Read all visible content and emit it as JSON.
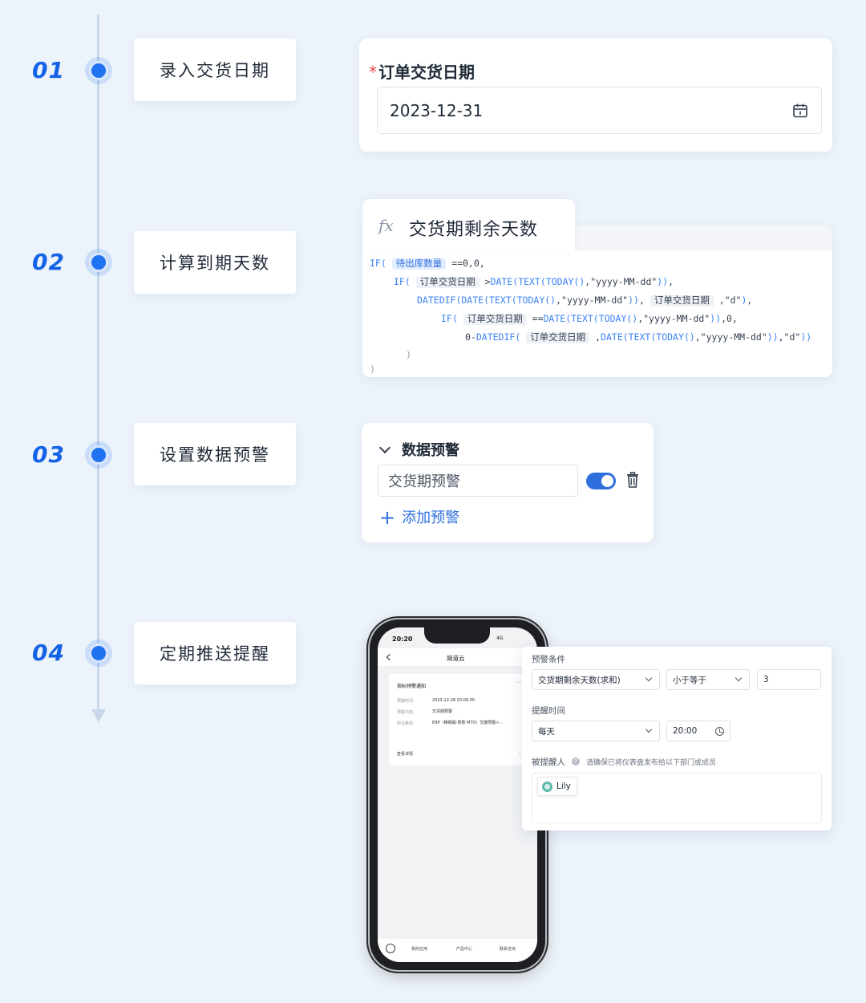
{
  "steps": [
    {
      "num": "01",
      "label": "录入交货日期"
    },
    {
      "num": "02",
      "label": "计算到期天数"
    },
    {
      "num": "03",
      "label": "设置数据预警"
    },
    {
      "num": "04",
      "label": "定期推送提醒"
    }
  ],
  "date_panel": {
    "required_mark": "*",
    "label": "订单交货日期",
    "value": "2023-12-31",
    "icon": "calendar-icon"
  },
  "formula_panel": {
    "icon": "function-icon",
    "fx_glyph": "fx",
    "title": "交货期剩余天数",
    "lines": [
      "IF( 待出库数量 ==0,0,",
      "IF( 订单交货日期 >DATE(TEXT(TODAY(),\"yyyy-MM-dd\")),",
      "DATEDIF(DATE(TEXT(TODAY(),\"yyyy-MM-dd\")), 订单交货日期 ,\"d\"),",
      "IF( 订单交货日期 ==DATE(TEXT(TODAY(),\"yyyy-MM-dd\")),0,",
      "0-DATEDIF( 订单交货日期 ,DATE(TEXT(TODAY(),\"yyyy-MM-dd\")),\"d\"))",
      ")",
      ")"
    ],
    "field_pending_qty": "待出库数量",
    "field_delivery_date": "订单交货日期"
  },
  "alert_panel": {
    "header": "数据预警",
    "alert_name": "交货期预警",
    "toggle_on": true,
    "add_label": "添加预警",
    "add_glyph": "+"
  },
  "phone": {
    "time": "20:20",
    "signal": "4G",
    "app_title": "简道云",
    "card_title": "指标预警通知",
    "card_more": "···",
    "rows": [
      {
        "key": "预警时间:",
        "value": "2023-12-28 20:00:00"
      },
      {
        "key": "预警内容:",
        "value": "交货期预警"
      },
      {
        "key": "所在路径:",
        "value": "ERP（精细版-表数 MTO）交期预警>..."
      }
    ],
    "detail_link": "查看详情",
    "tabs": [
      "我的应用",
      "产品中心",
      "联系咨询"
    ]
  },
  "alert_config": {
    "condition_label": "预警条件",
    "field": "交货期剩余天数(求和)",
    "operator": "小于等于",
    "threshold": "3",
    "time_label": "提醒时间",
    "frequency": "每天",
    "time": "20:00",
    "receiver_label": "被提醒人",
    "receiver_hint": "请确保已将仪表盘发布给以下部门或成员",
    "receivers": [
      "Lily"
    ]
  },
  "colors": {
    "accent": "#1f72f0",
    "step_num": "#1463e6",
    "toggle": "#2f6fdd",
    "background": "#edf3fa"
  }
}
